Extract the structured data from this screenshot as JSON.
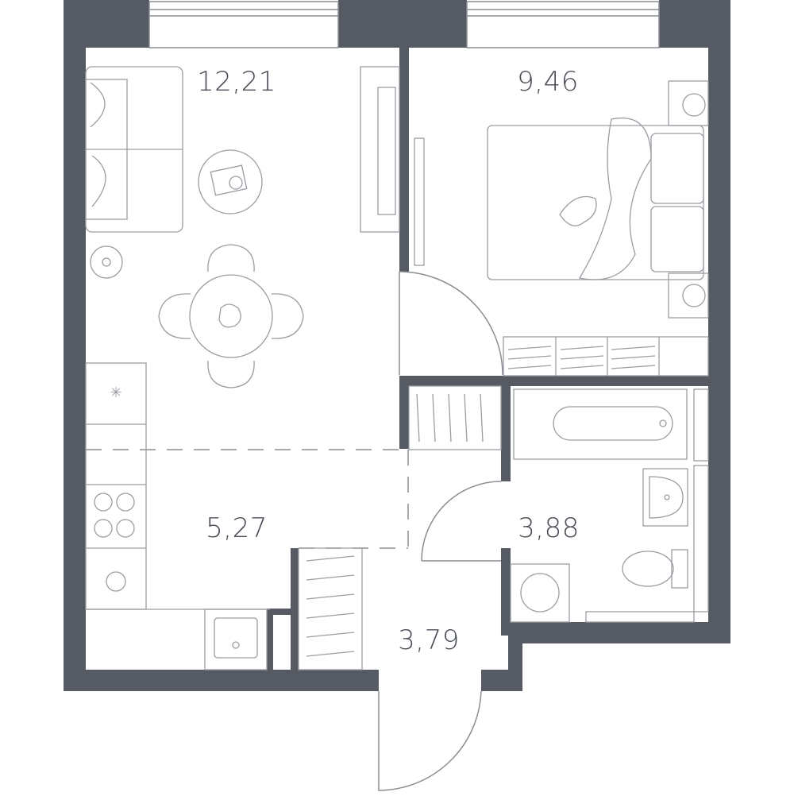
{
  "rooms": {
    "living": {
      "area": "12,21"
    },
    "bedroom": {
      "area": "9,46"
    },
    "kitchen": {
      "area": "5,27"
    },
    "bathroom": {
      "area": "3,88"
    },
    "hallway": {
      "area": "3,79"
    }
  },
  "colors": {
    "wall": "#565a63",
    "line": "#8a8d94",
    "furniture_stroke": "#9a9da3",
    "label": "#4a4e57",
    "background": "#ffffff"
  }
}
